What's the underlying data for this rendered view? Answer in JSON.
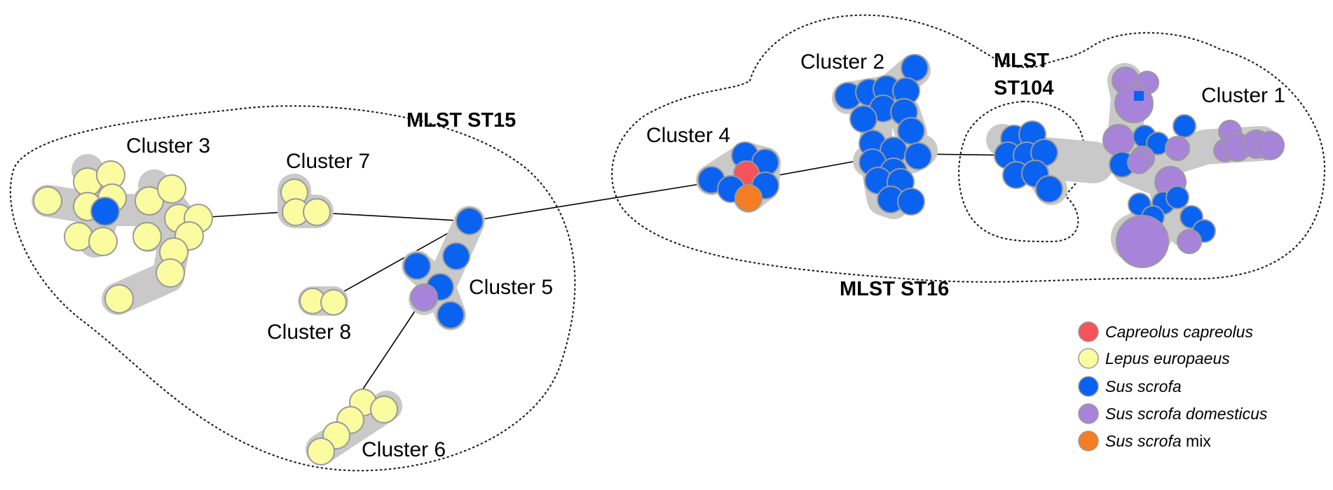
{
  "clusters": {
    "c1": "Cluster 1",
    "c2": "Cluster 2",
    "c3": "Cluster 3",
    "c4": "Cluster 4",
    "c5": "Cluster 5",
    "c6": "Cluster 6",
    "c7": "Cluster 7",
    "c8": "Cluster 8"
  },
  "mlst": {
    "st15": "MLST ST15",
    "st16": "MLST ST16",
    "st104_line1": "MLST",
    "st104_line2": "ST104"
  },
  "legend": {
    "items": [
      {
        "label": "Capreolus capreolus",
        "color": "#f4545a"
      },
      {
        "label": "Lepus europaeus",
        "color": "#fbfba0"
      },
      {
        "label": "Sus scrofa",
        "color": "#0a62f0"
      },
      {
        "label": "Sus scrofa domesticus",
        "color": "#a784d9"
      },
      {
        "label": "Sus scrofa",
        "suffix": " mix",
        "color": "#f57d22"
      }
    ]
  },
  "colors": {
    "capreolus": "#f4545a",
    "lepus": "#fbfba0",
    "sus": "#0a62f0",
    "domesticus": "#a784d9",
    "mix": "#f57d22",
    "halo": "#c9c9c9",
    "edge": "#000000",
    "boundary": "#222222"
  }
}
